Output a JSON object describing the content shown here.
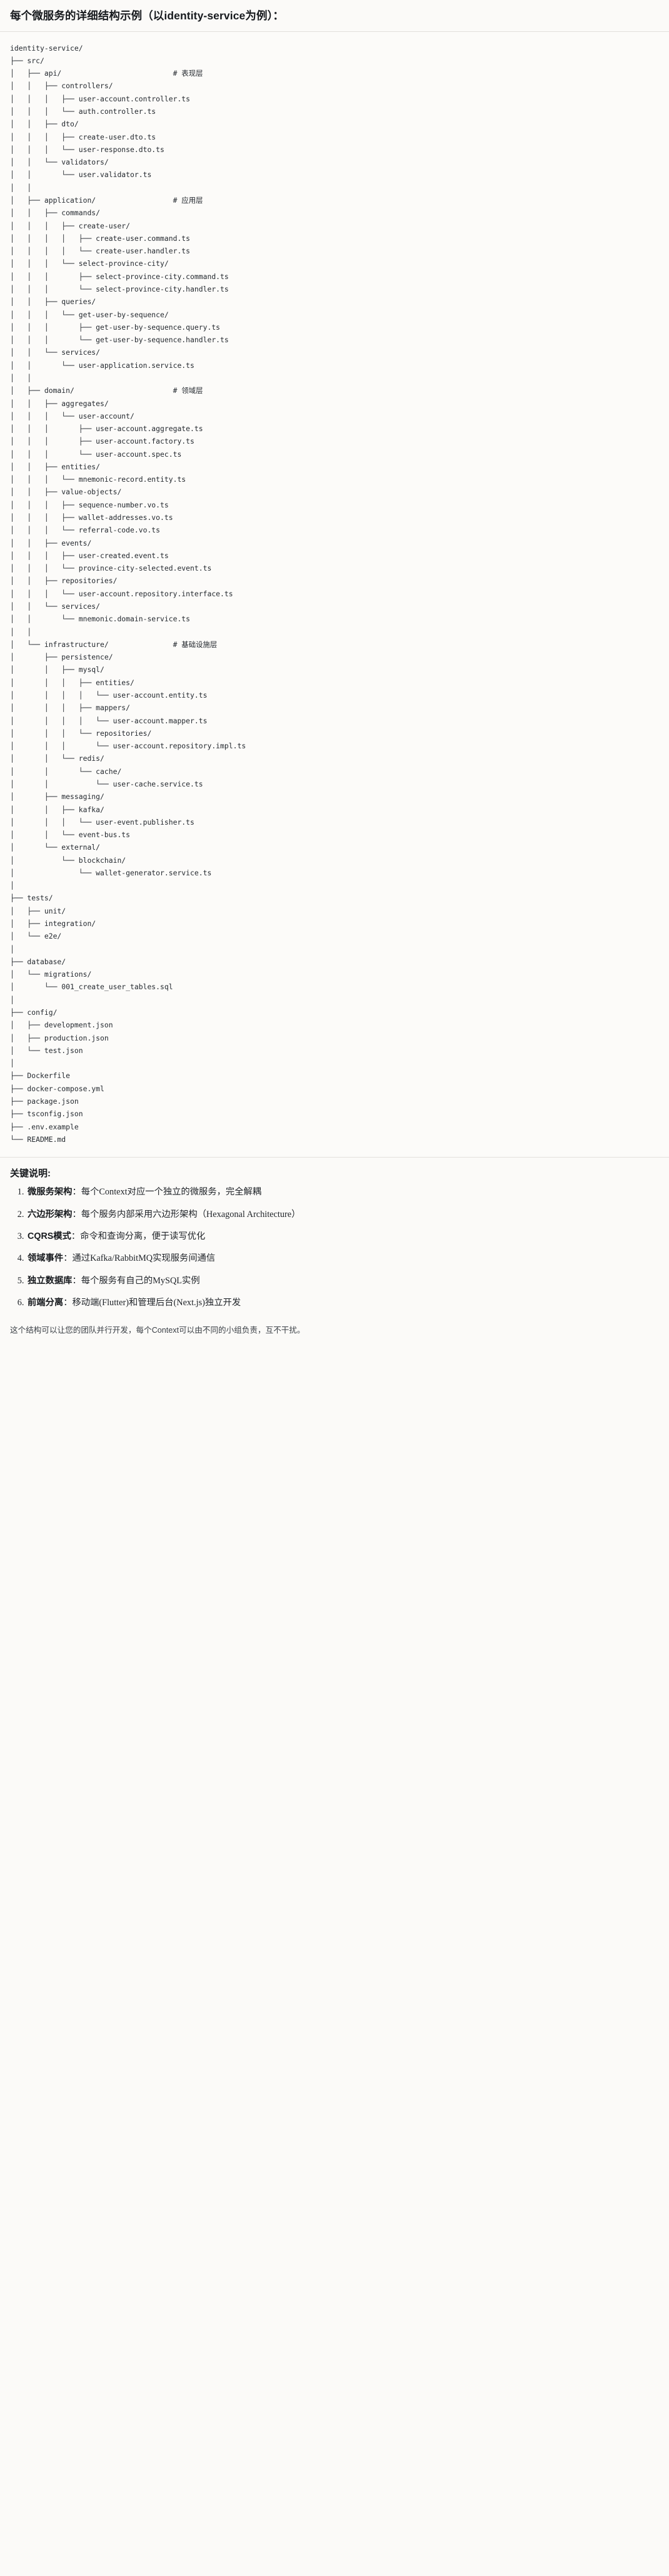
{
  "heading": "每个微服务的详细结构示例（以identity-service为例）：",
  "tree": {
    "root_label": "identity-service/",
    "text": "identity-service/\n├── src/\n│   ├── api/                          # 表现层\n│   │   ├── controllers/\n│   │   │   ├── user-account.controller.ts\n│   │   │   └── auth.controller.ts\n│   │   ├── dto/\n│   │   │   ├── create-user.dto.ts\n│   │   │   └── user-response.dto.ts\n│   │   └── validators/\n│   │       └── user.validator.ts\n│   │\n│   ├── application/                  # 应用层\n│   │   ├── commands/\n│   │   │   ├── create-user/\n│   │   │   │   ├── create-user.command.ts\n│   │   │   │   └── create-user.handler.ts\n│   │   │   └── select-province-city/\n│   │   │       ├── select-province-city.command.ts\n│   │   │       └── select-province-city.handler.ts\n│   │   ├── queries/\n│   │   │   └── get-user-by-sequence/\n│   │   │       ├── get-user-by-sequence.query.ts\n│   │   │       └── get-user-by-sequence.handler.ts\n│   │   └── services/\n│   │       └── user-application.service.ts\n│   │\n│   ├── domain/                       # 领域层\n│   │   ├── aggregates/\n│   │   │   └── user-account/\n│   │   │       ├── user-account.aggregate.ts\n│   │   │       ├── user-account.factory.ts\n│   │   │       └── user-account.spec.ts\n│   │   ├── entities/\n│   │   │   └── mnemonic-record.entity.ts\n│   │   ├── value-objects/\n│   │   │   ├── sequence-number.vo.ts\n│   │   │   ├── wallet-addresses.vo.ts\n│   │   │   └── referral-code.vo.ts\n│   │   ├── events/\n│   │   │   ├── user-created.event.ts\n│   │   │   └── province-city-selected.event.ts\n│   │   ├── repositories/\n│   │   │   └── user-account.repository.interface.ts\n│   │   └── services/\n│   │       └── mnemonic.domain-service.ts\n│   │\n│   └── infrastructure/               # 基础设施层\n│       ├── persistence/\n│       │   ├── mysql/\n│       │   │   ├── entities/\n│       │   │   │   └── user-account.entity.ts\n│       │   │   ├── mappers/\n│       │   │   │   └── user-account.mapper.ts\n│       │   │   └── repositories/\n│       │   │       └── user-account.repository.impl.ts\n│       │   └── redis/\n│       │       └── cache/\n│       │           └── user-cache.service.ts\n│       ├── messaging/\n│       │   ├── kafka/\n│       │   │   └── user-event.publisher.ts\n│       │   └── event-bus.ts\n│       └── external/\n│           └── blockchain/\n│               └── wallet-generator.service.ts\n│\n├── tests/\n│   ├── unit/\n│   ├── integration/\n│   └── e2e/\n│\n├── database/\n│   └── migrations/\n│       └── 001_create_user_tables.sql\n│\n├── config/\n│   ├── development.json\n│   ├── production.json\n│   └── test.json\n│\n├── Dockerfile\n├── docker-compose.yml\n├── package.json\n├── tsconfig.json\n├── .env.example\n└── README.md",
    "layer_comments": [
      "# 表现层",
      "# 应用层",
      "# 领域层",
      "# 基础设施层"
    ]
  },
  "keys": {
    "title": "关键说明:",
    "items": [
      {
        "term": "微服务架构",
        "sep": "：",
        "desc": "每个Context对应一个独立的微服务，完全解耦"
      },
      {
        "term": "六边形架构",
        "sep": "：",
        "desc": "每个服务内部采用六边形架构（Hexagonal Architecture）"
      },
      {
        "term": "CQRS模式",
        "sep": "：",
        "desc": "命令和查询分离，便于读写优化"
      },
      {
        "term": "领域事件",
        "sep": "：",
        "desc": "通过Kafka/RabbitMQ实现服务间通信"
      },
      {
        "term": "独立数据库",
        "sep": "：",
        "desc": "每个服务有自己的MySQL实例"
      },
      {
        "term": "前端分离",
        "sep": "：",
        "desc": "移动端(Flutter)和管理后台(Next.js)独立开发"
      }
    ]
  },
  "footer": "这个结构可以让您的团队并行开发，每个Context可以由不同的小组负责，互不干扰。"
}
